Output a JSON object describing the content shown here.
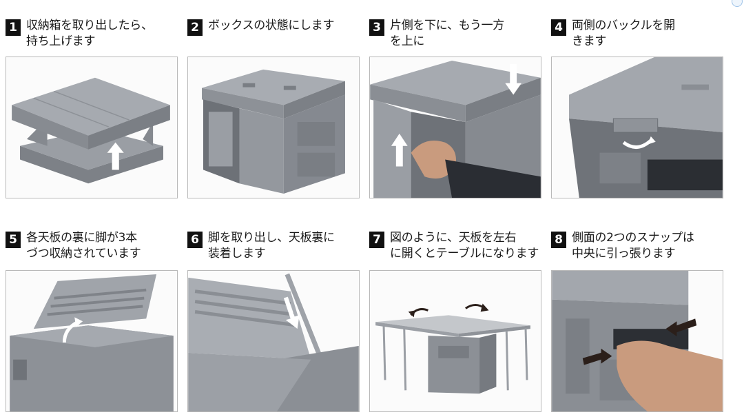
{
  "steps": [
    {
      "number": "1",
      "lines": [
        "収納箱を取り出したら、",
        "持ち上げます"
      ]
    },
    {
      "number": "2",
      "lines": [
        "ボックスの状態にします",
        ""
      ]
    },
    {
      "number": "3",
      "lines": [
        "片側を下に、もう一方",
        "を上に"
      ]
    },
    {
      "number": "4",
      "lines": [
        "両側のバックルを開",
        "きます"
      ]
    },
    {
      "number": "5",
      "lines": [
        "各天板の裏に脚が3本",
        "づつ収納されています"
      ]
    },
    {
      "number": "6",
      "lines": [
        "脚を取り出し、天板裏に",
        "装着します"
      ]
    },
    {
      "number": "7",
      "lines": [
        "図のように、天板を左右",
        "に開くとテーブルになります"
      ]
    },
    {
      "number": "8",
      "lines": [
        "側面の2つのスナップは",
        "中央に引っ張ります"
      ]
    }
  ],
  "colors": {
    "box": "#8f9399",
    "box_dark": "#6f7379",
    "box_light": "#a9adb2",
    "arrow": "#ffffff",
    "arrow_dark": "#2b1f1a",
    "skin": "#c99b7e"
  }
}
